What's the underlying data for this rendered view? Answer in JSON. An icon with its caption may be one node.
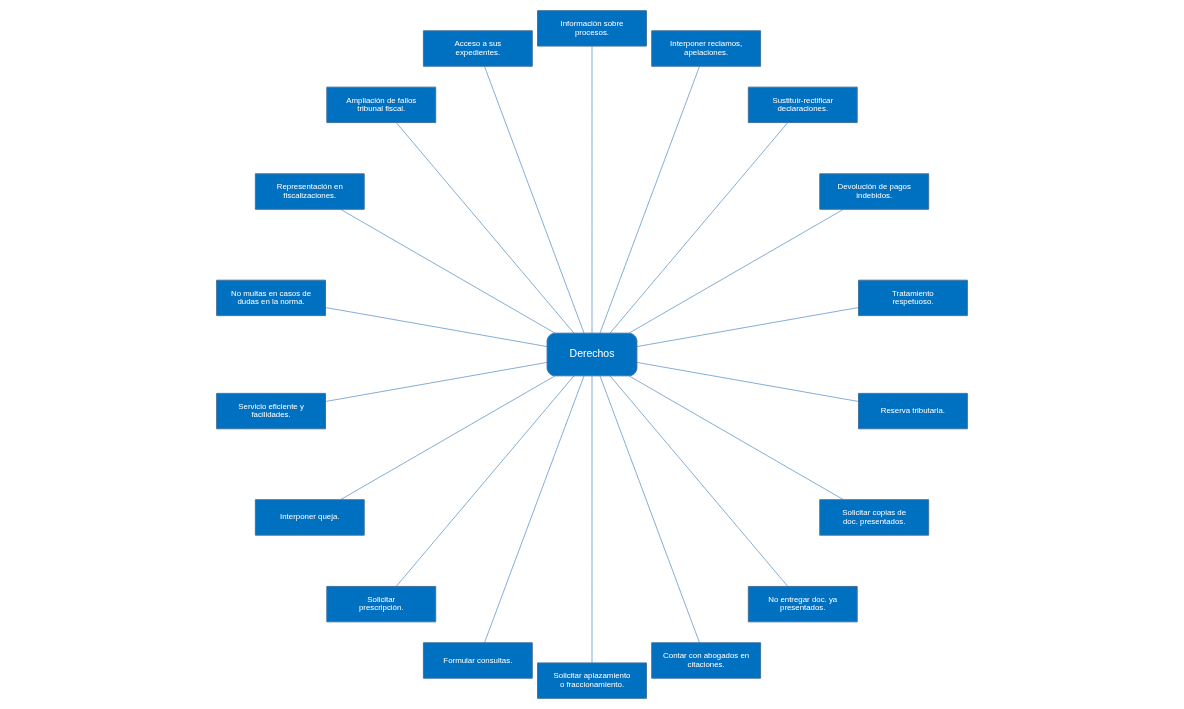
{
  "diagram": {
    "nodes": [
      {
        "text": [
          "Derechos"
        ]
      },
      {
        "text": [
          "Tratamiento respetuoso."
        ]
      },
      {
        "text": [
          "Devolución de pagos indebidos."
        ]
      },
      {
        "text": [
          "Sustituir-rectificar declaraciones."
        ]
      },
      {
        "text": [
          "Interponer reclamos, apelaciones."
        ]
      },
      {
        "text": [
          "Información sobre procesos."
        ]
      },
      {
        "text": [
          "Acceso a sus expedientes."
        ]
      },
      {
        "text": [
          "Ampliación de fallos tribunal fiscal."
        ]
      },
      {
        "text": [
          "Representación en fiscalizaciones."
        ]
      },
      {
        "text": [
          "No multas en casos de dudas en la norma."
        ]
      },
      {
        "text": [
          "Servicio eficiente y facilidades."
        ]
      },
      {
        "text": [
          "Interponer queja."
        ]
      },
      {
        "text": [
          "Solicitar prescripción."
        ]
      },
      {
        "text": [
          "Formular consultas."
        ]
      },
      {
        "text": [
          "Solicitar aplazamiento o fraccionamiento."
        ]
      },
      {
        "text": [
          "Contar con abogados en citaciones."
        ]
      },
      {
        "text": [
          "No entregar doc. ya presentados."
        ]
      },
      {
        "text": [
          "Solicitar copias de doc. presentados."
        ]
      },
      {
        "text": [
          "Reserva tributaria."
        ]
      }
    ],
    "edges": [
      {
        "from": 0,
        "to": 1,
        "arrow": "none"
      },
      {
        "from": 0,
        "to": 2,
        "arrow": "none"
      },
      {
        "from": 0,
        "to": 3,
        "arrow": "none"
      },
      {
        "from": 0,
        "to": 4,
        "arrow": "none"
      },
      {
        "from": 0,
        "to": 5,
        "arrow": "none"
      },
      {
        "from": 0,
        "to": 6,
        "arrow": "none"
      },
      {
        "from": 0,
        "to": 7,
        "arrow": "none"
      },
      {
        "from": 0,
        "to": 8,
        "arrow": "none"
      },
      {
        "from": 0,
        "to": 9,
        "arrow": "none"
      },
      {
        "from": 0,
        "to": 10,
        "arrow": "none"
      },
      {
        "from": 0,
        "to": 11,
        "arrow": "none"
      },
      {
        "from": 0,
        "to": 12,
        "arrow": "none"
      },
      {
        "from": 0,
        "to": 13,
        "arrow": "none"
      },
      {
        "from": 0,
        "to": 14,
        "arrow": "none"
      },
      {
        "from": 0,
        "to": 15,
        "arrow": "none"
      },
      {
        "from": 0,
        "to": 16,
        "arrow": "none"
      },
      {
        "from": 0,
        "to": 17,
        "arrow": "none"
      },
      {
        "from": 0,
        "to": 18,
        "arrow": "none"
      }
    ]
  }
}
